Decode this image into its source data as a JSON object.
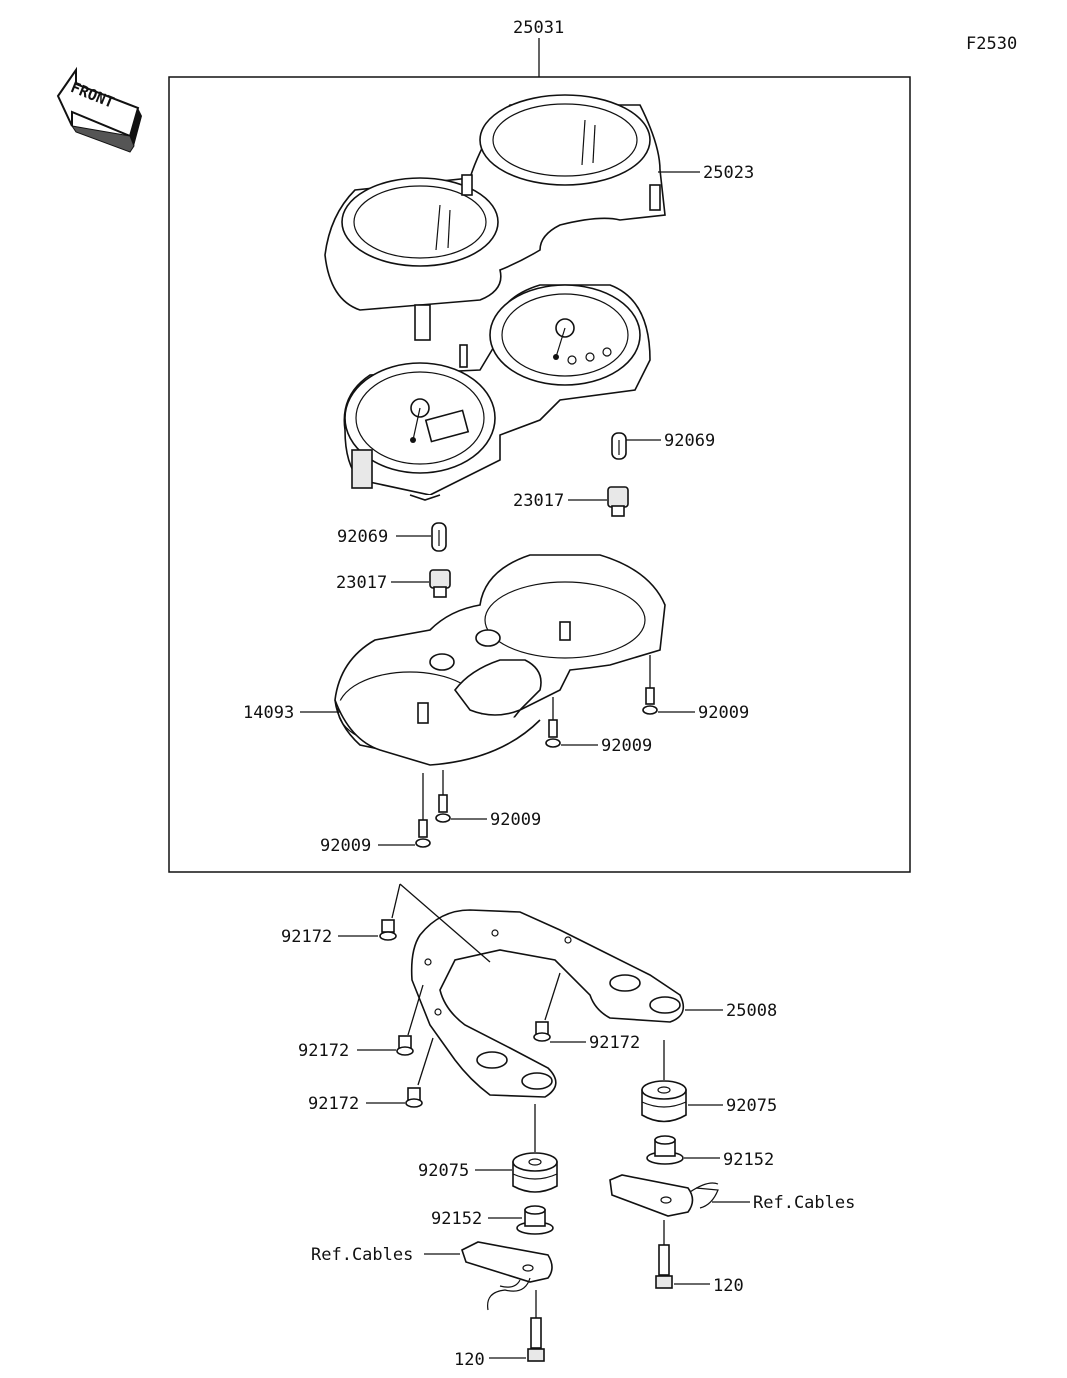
{
  "figure_code": "F2530",
  "front_label": "FRONT",
  "callouts": {
    "assembly": "25031",
    "meter_case_cover": "25023",
    "bulb_right": "92069",
    "socket_right": "23017",
    "bulb_left": "92069",
    "socket_left": "23017",
    "lower_case": "14093",
    "screw_right": "92009",
    "screw_center": "92009",
    "screw_bottom_right": "92009",
    "screw_bottom_left": "92009",
    "bolt_upper_left": "92172",
    "bolt_mid_left": "92172",
    "bolt_lower_left": "92172",
    "bolt_center": "92172",
    "bracket": "25008",
    "damper_right": "92075",
    "collar_right": "92152",
    "cable_ref_right": "Ref.Cables",
    "bolt_120_right": "120",
    "damper_left": "92075",
    "collar_left": "92152",
    "cable_ref_left": "Ref.Cables",
    "bolt_120_left": "120"
  }
}
